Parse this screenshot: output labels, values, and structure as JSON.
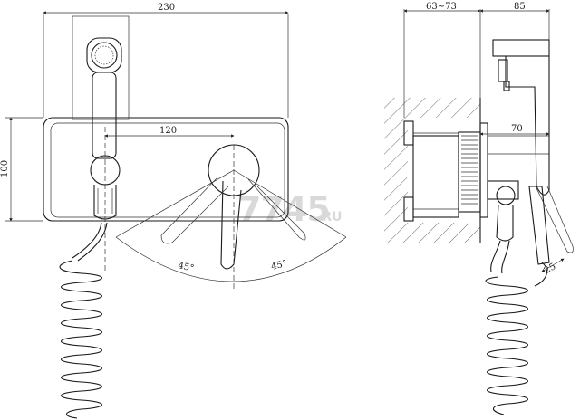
{
  "front_view": {
    "dim_width": "230",
    "dim_spacing": "120",
    "dim_height": "100",
    "angle_left": "45°",
    "angle_right": "45°"
  },
  "side_view": {
    "dim_depth": "63~73",
    "dim_handset": "85",
    "dim_outlet": "70",
    "dim_hose": "25"
  },
  "watermark": {
    "main": "7745",
    "suffix": ".RU"
  }
}
